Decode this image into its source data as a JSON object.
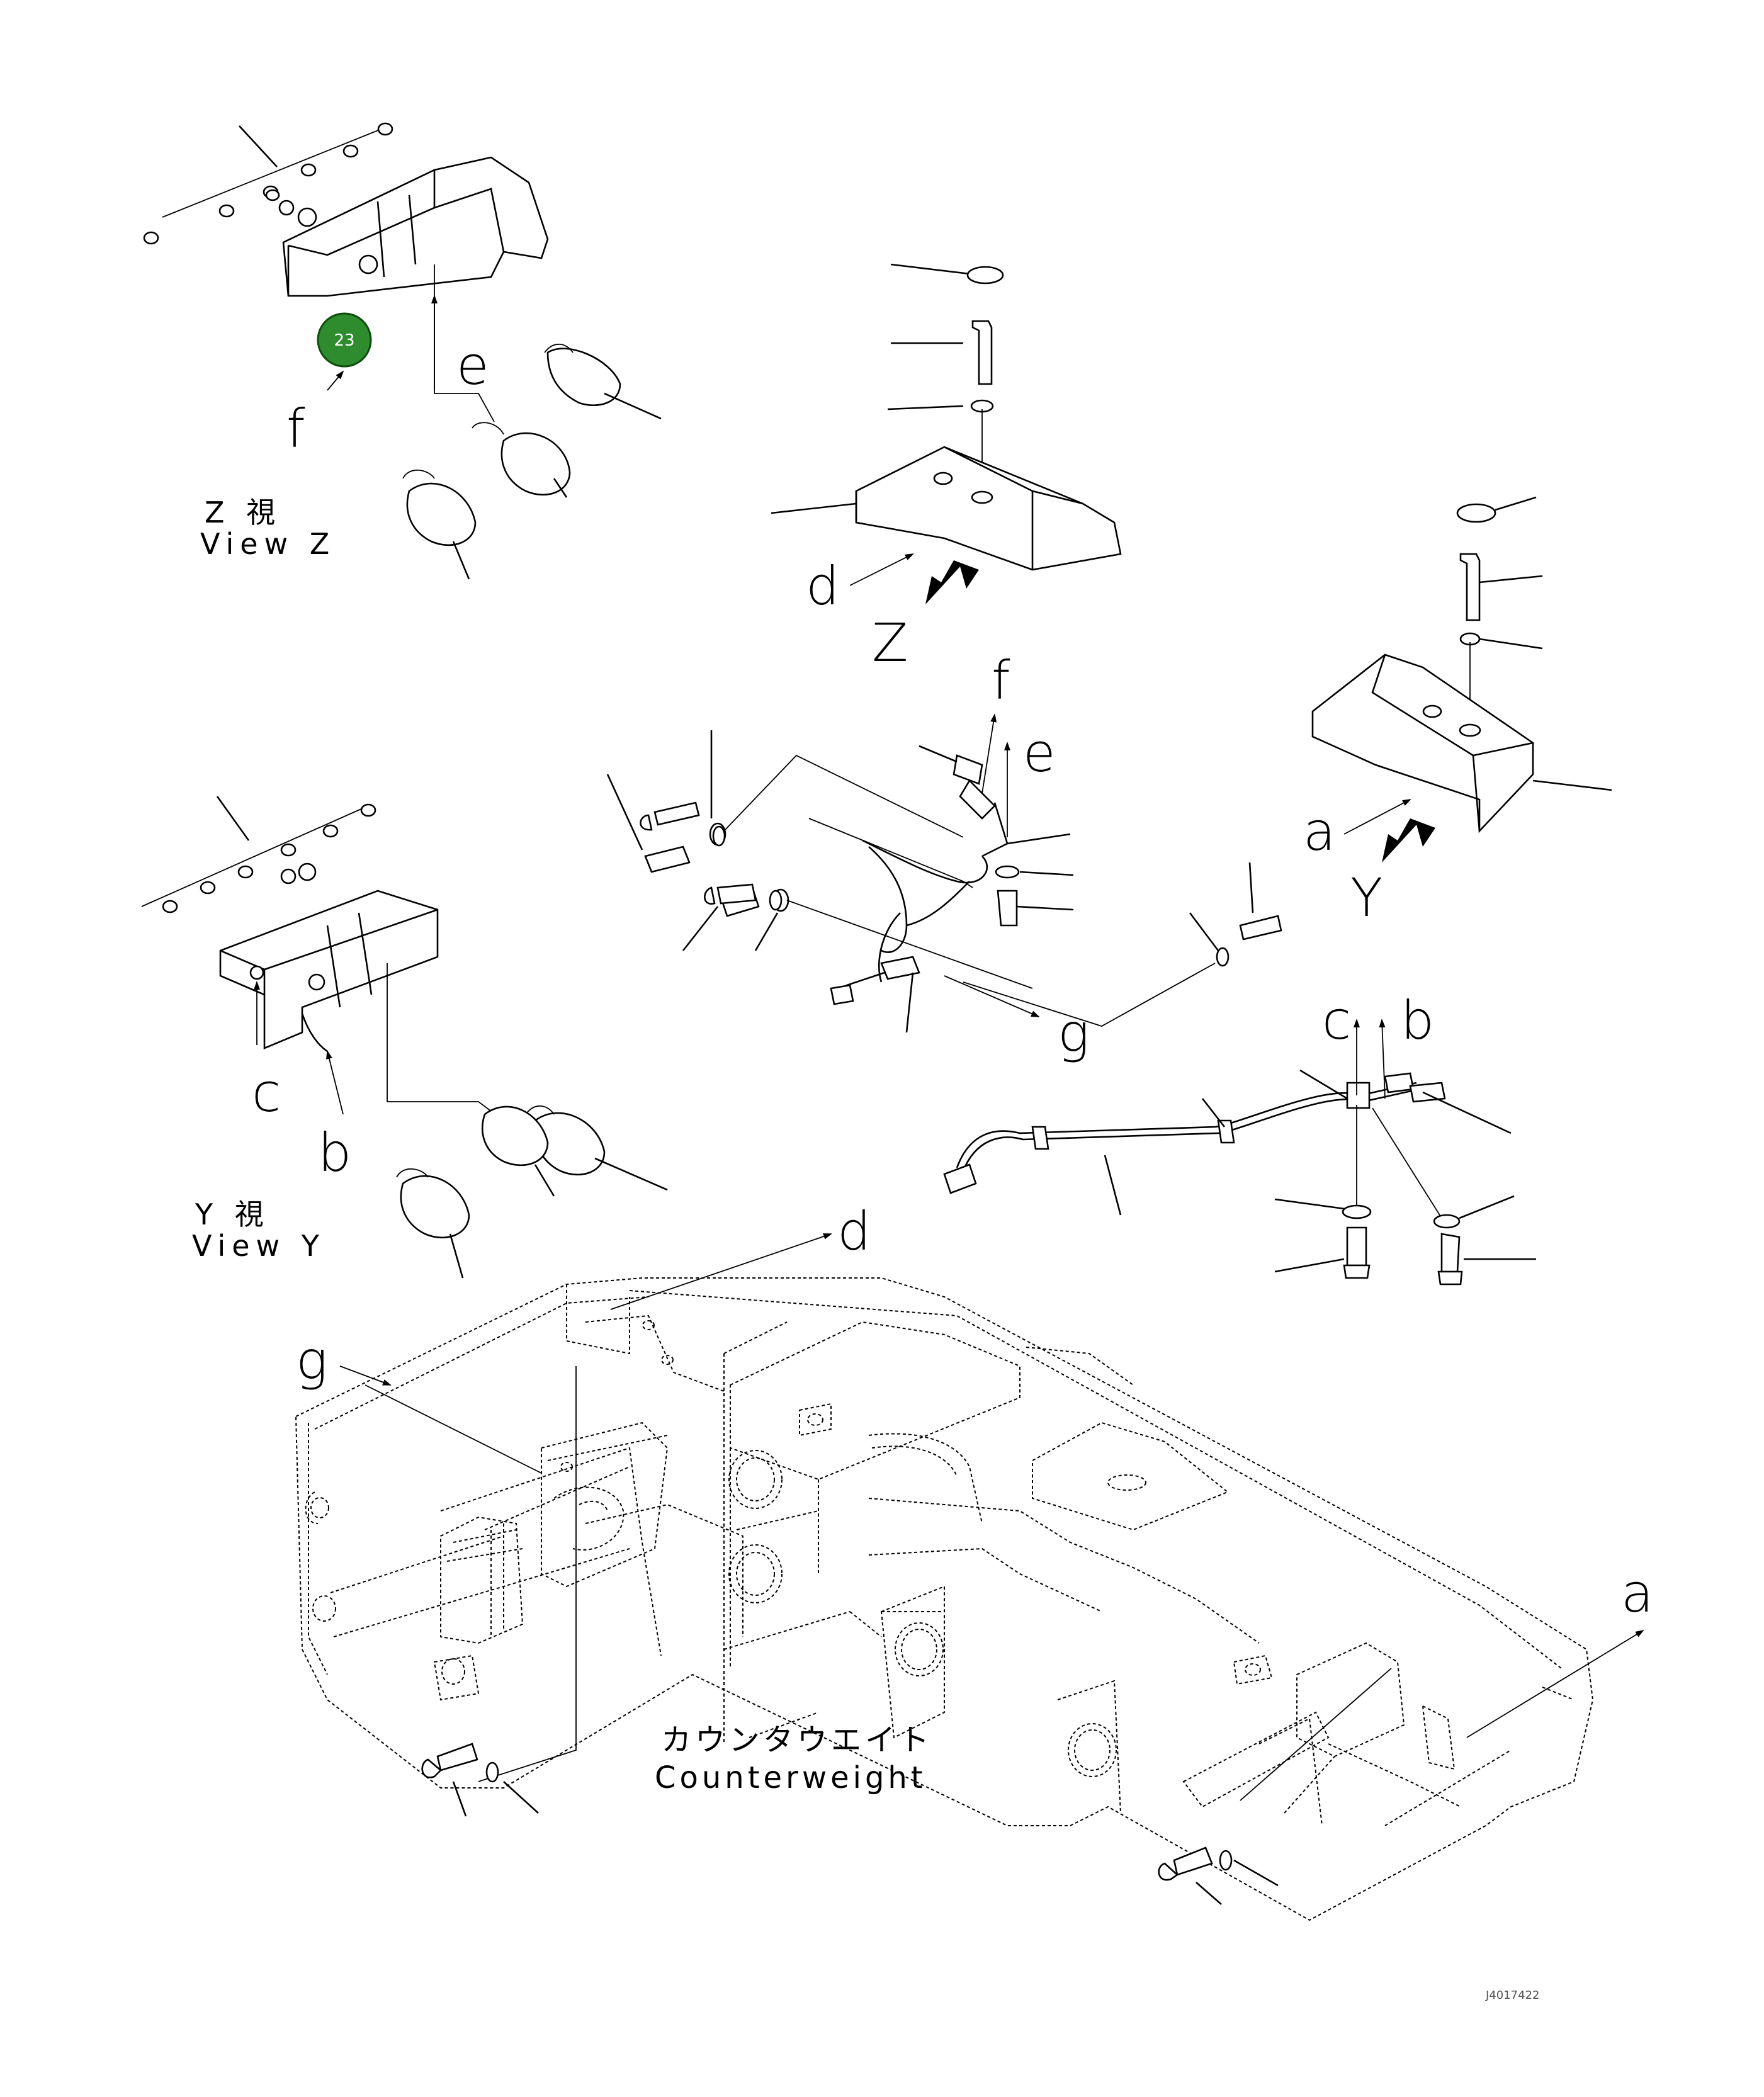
{
  "drawing": {
    "part_bubble": {
      "number": "23",
      "color": "#2e8b2e"
    },
    "view_z": {
      "jp": "Z 視",
      "en": "View Z"
    },
    "view_y": {
      "jp": "Y 視",
      "en": "View Y"
    },
    "counterweight": {
      "jp": "カウンタウエイト",
      "en": "Counterweight"
    },
    "view_markers": {
      "z": "Z",
      "y": "Y"
    },
    "reference_letters": {
      "a1": "a",
      "a2": "a",
      "b1": "b",
      "b2": "b",
      "c1": "c",
      "c2": "c",
      "d1": "d",
      "d2": "d",
      "e1": "e",
      "e2": "e",
      "f1": "f",
      "f2": "f",
      "g1": "g",
      "g2": "g"
    },
    "drawing_code": "J4017422"
  }
}
